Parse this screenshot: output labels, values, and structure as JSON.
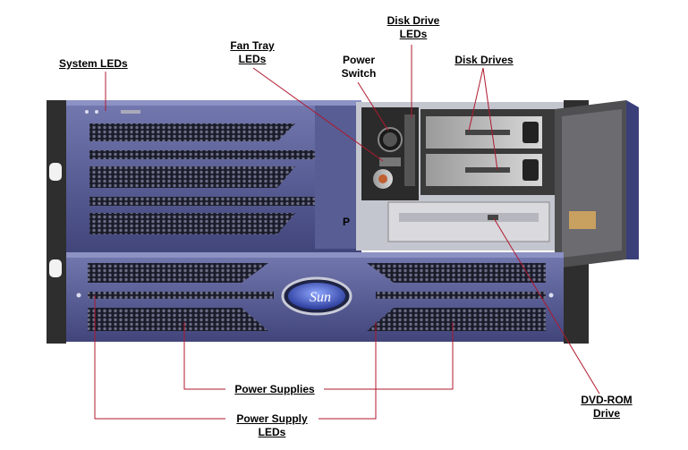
{
  "labels": {
    "system_leds": "System LEDs",
    "fan_tray_leds": [
      "Fan Tray",
      "LEDs"
    ],
    "power_switch": [
      "Power",
      "Switch"
    ],
    "disk_drive_leds": [
      "Disk Drive",
      "LEDs"
    ],
    "disk_drives": "Disk Drives",
    "power_supplies": "Power Supplies",
    "power_supply_leds": [
      "Power Supply",
      "LEDs"
    ],
    "dvd_rom_drive": [
      "DVD-ROM",
      "Drive"
    ]
  },
  "server": {
    "logo_text": "Sun",
    "panel_letter": "P"
  },
  "colors": {
    "chassis_blue": "#5a5f96",
    "chassis_dark": "#3b3f6a",
    "bezel_gray": "#4a4a4a",
    "leader_line": "#b0182e"
  }
}
